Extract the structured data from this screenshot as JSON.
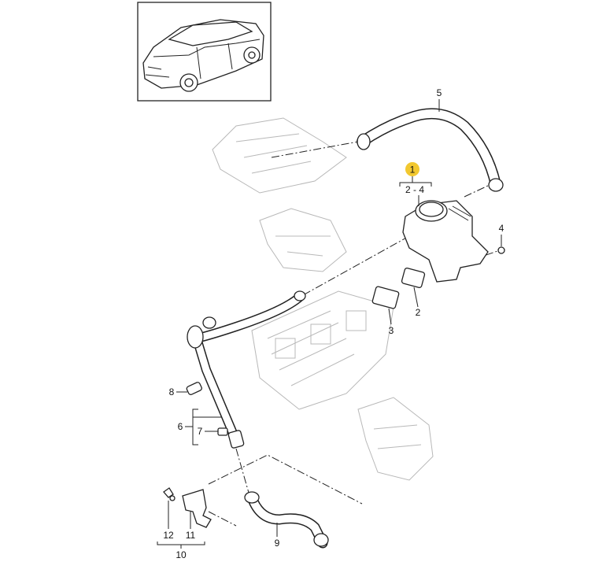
{
  "diagram": {
    "callouts": {
      "main_part": "1",
      "main_part_range": "2 - 4",
      "hose_upper": "5",
      "screw": "4",
      "gasket_small": "2",
      "gasket_large": "3",
      "plug_upper": "8",
      "pipe_assembly": "6",
      "plug_lower": "7",
      "clip": "12",
      "bracket": "11",
      "bracket_assembly": "10",
      "hose_lower": "9"
    },
    "colors": {
      "highlight_badge": "#f2c830",
      "line": "#222222",
      "ghost_engine": "#b8b8b8"
    }
  }
}
